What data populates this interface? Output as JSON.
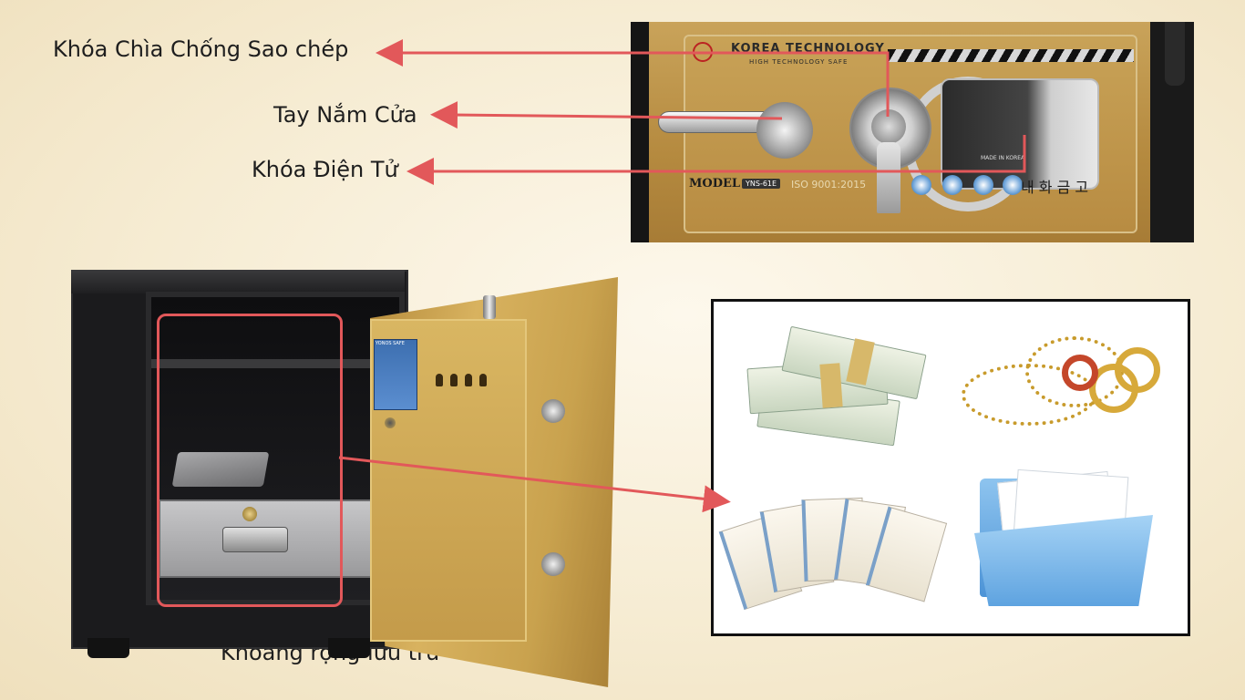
{
  "labels": {
    "anti_copy_key_lock": "Khóa Chìa Chống Sao chép",
    "door_handle": "Tay Nắm Cửa",
    "electronic_lock": "Khóa Điện Tử",
    "storage_space": "Khoảng rộng lưu trữ"
  },
  "safe_panel": {
    "brand": "KOREA TECHNOLOGY",
    "brand_subtitle": "HIGH TECHNOLOGY SAFE",
    "model_label": "MODEL",
    "model_number": "YNS-61E",
    "certification": "ISO 9001:2015",
    "made_in": "MADE IN KOREA",
    "korean_text": "내 화 금 고"
  },
  "door_label": {
    "brand": "YONOS SAFE"
  },
  "colors": {
    "arrow": "#e2585a",
    "highlight_frame": "#e2585a",
    "gold_body": "#c9a24e",
    "safe_black": "#1b1b1d"
  }
}
